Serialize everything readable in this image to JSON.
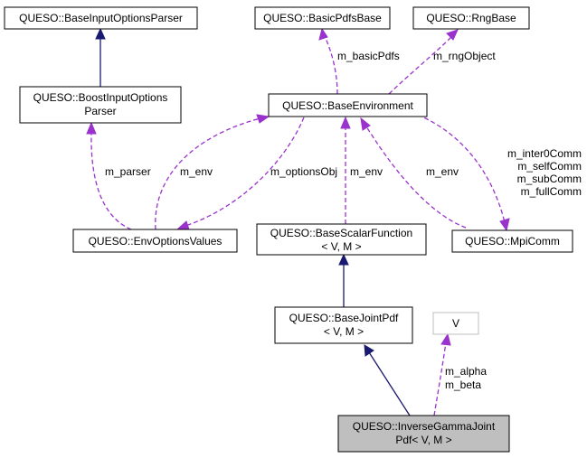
{
  "nodes": {
    "base_input_options_parser": {
      "lines": [
        "QUESO::BaseInputOptionsParser"
      ]
    },
    "basic_pdfs_base": {
      "lines": [
        "QUESO::BasicPdfsBase"
      ]
    },
    "rng_base": {
      "lines": [
        "QUESO::RngBase"
      ]
    },
    "boost_input_options_parser": {
      "lines": [
        "QUESO::BoostInputOptions",
        "Parser"
      ]
    },
    "base_environment": {
      "lines": [
        "QUESO::BaseEnvironment"
      ]
    },
    "env_options_values": {
      "lines": [
        "QUESO::EnvOptionsValues"
      ]
    },
    "base_scalar_function": {
      "lines": [
        "QUESO::BaseScalarFunction",
        "< V, M >"
      ]
    },
    "mpi_comm": {
      "lines": [
        "QUESO::MpiComm"
      ]
    },
    "base_joint_pdf": {
      "lines": [
        "QUESO::BaseJointPdf",
        "< V, M >"
      ]
    },
    "v": {
      "lines": [
        "V"
      ]
    },
    "inverse_gamma_joint_pdf": {
      "lines": [
        "QUESO::InverseGammaJoint",
        "Pdf< V, M >"
      ]
    }
  },
  "edge_labels": {
    "basic_pdfs": [
      "m_basicPdfs"
    ],
    "rng_object": [
      "m_rngObject"
    ],
    "parser": [
      "m_parser"
    ],
    "env_left": [
      "m_env"
    ],
    "options_obj": [
      "m_optionsObj"
    ],
    "env_center": [
      "m_env"
    ],
    "env_right": [
      "m_env"
    ],
    "comms": [
      "m_inter0Comm",
      "m_selfComm",
      "m_subComm",
      "m_fullComm"
    ],
    "alpha_beta": [
      "m_alpha",
      "m_beta"
    ]
  },
  "colors": {
    "inheritance_edge": "#191970",
    "usage_edge": "#9a32cd",
    "highlight_fill": "#bfbfbf"
  }
}
